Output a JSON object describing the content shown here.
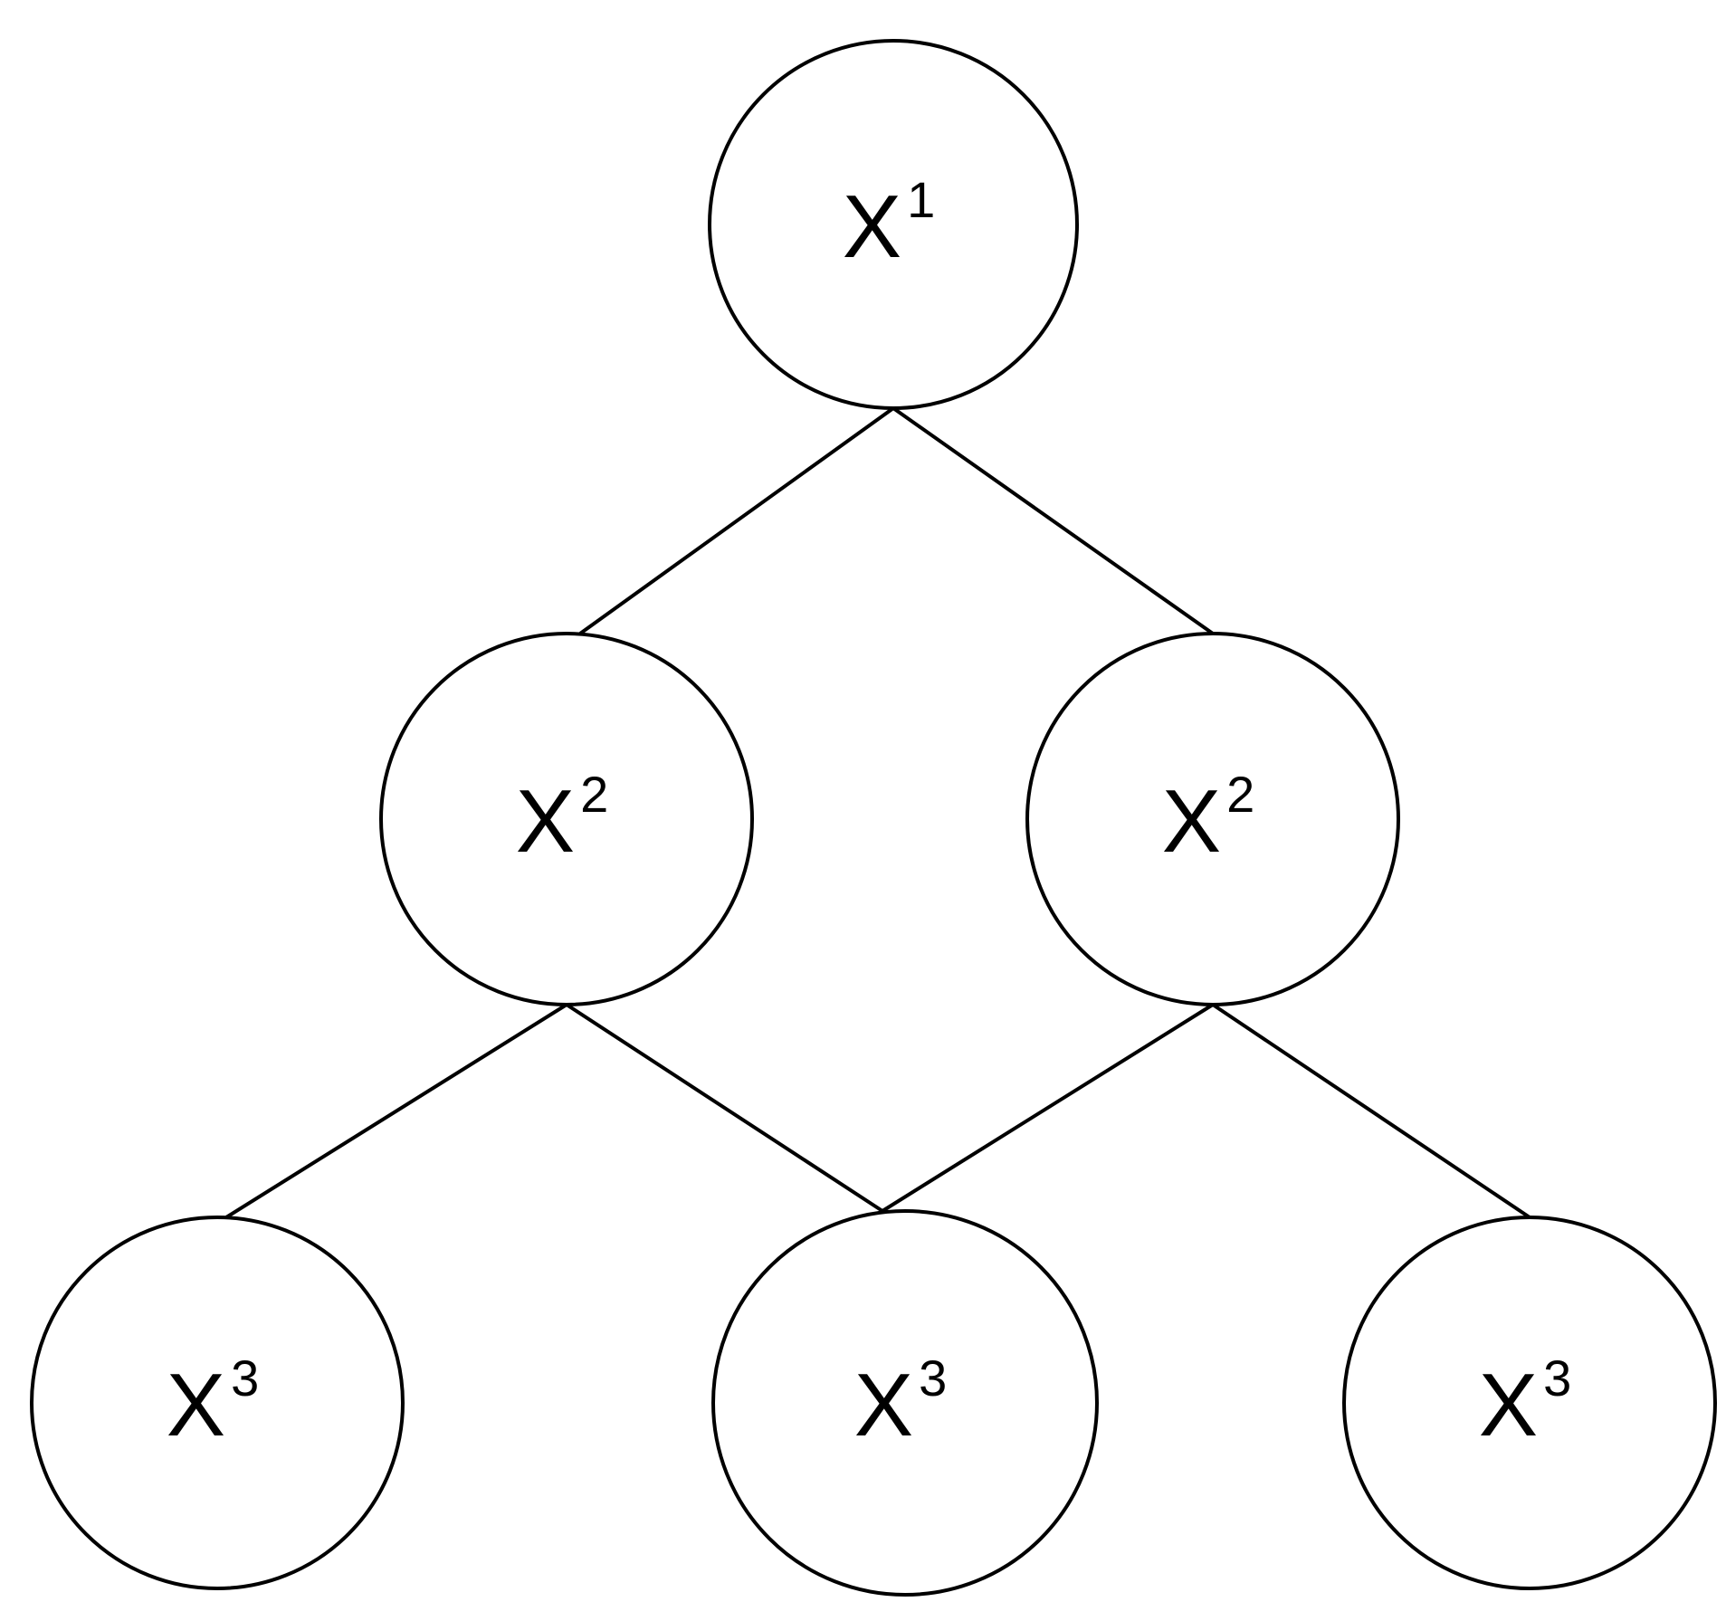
{
  "diagram": {
    "type": "tree",
    "line_color": "#000000",
    "node_fill": "#ffffff",
    "nodes": [
      {
        "id": "n1",
        "base": "X",
        "superscript": "1"
      },
      {
        "id": "n2a",
        "base": "X",
        "superscript": "2"
      },
      {
        "id": "n2b",
        "base": "X",
        "superscript": "2"
      },
      {
        "id": "n3a",
        "base": "X",
        "superscript": "3"
      },
      {
        "id": "n3b",
        "base": "X",
        "superscript": "3"
      },
      {
        "id": "n3c",
        "base": "X",
        "superscript": "3"
      }
    ],
    "edges": [
      {
        "from": "n1",
        "to": "n2a"
      },
      {
        "from": "n1",
        "to": "n2b"
      },
      {
        "from": "n2a",
        "to": "n3a"
      },
      {
        "from": "n2a",
        "to": "n3b"
      },
      {
        "from": "n2b",
        "to": "n3b"
      },
      {
        "from": "n2b",
        "to": "n3c"
      }
    ]
  }
}
